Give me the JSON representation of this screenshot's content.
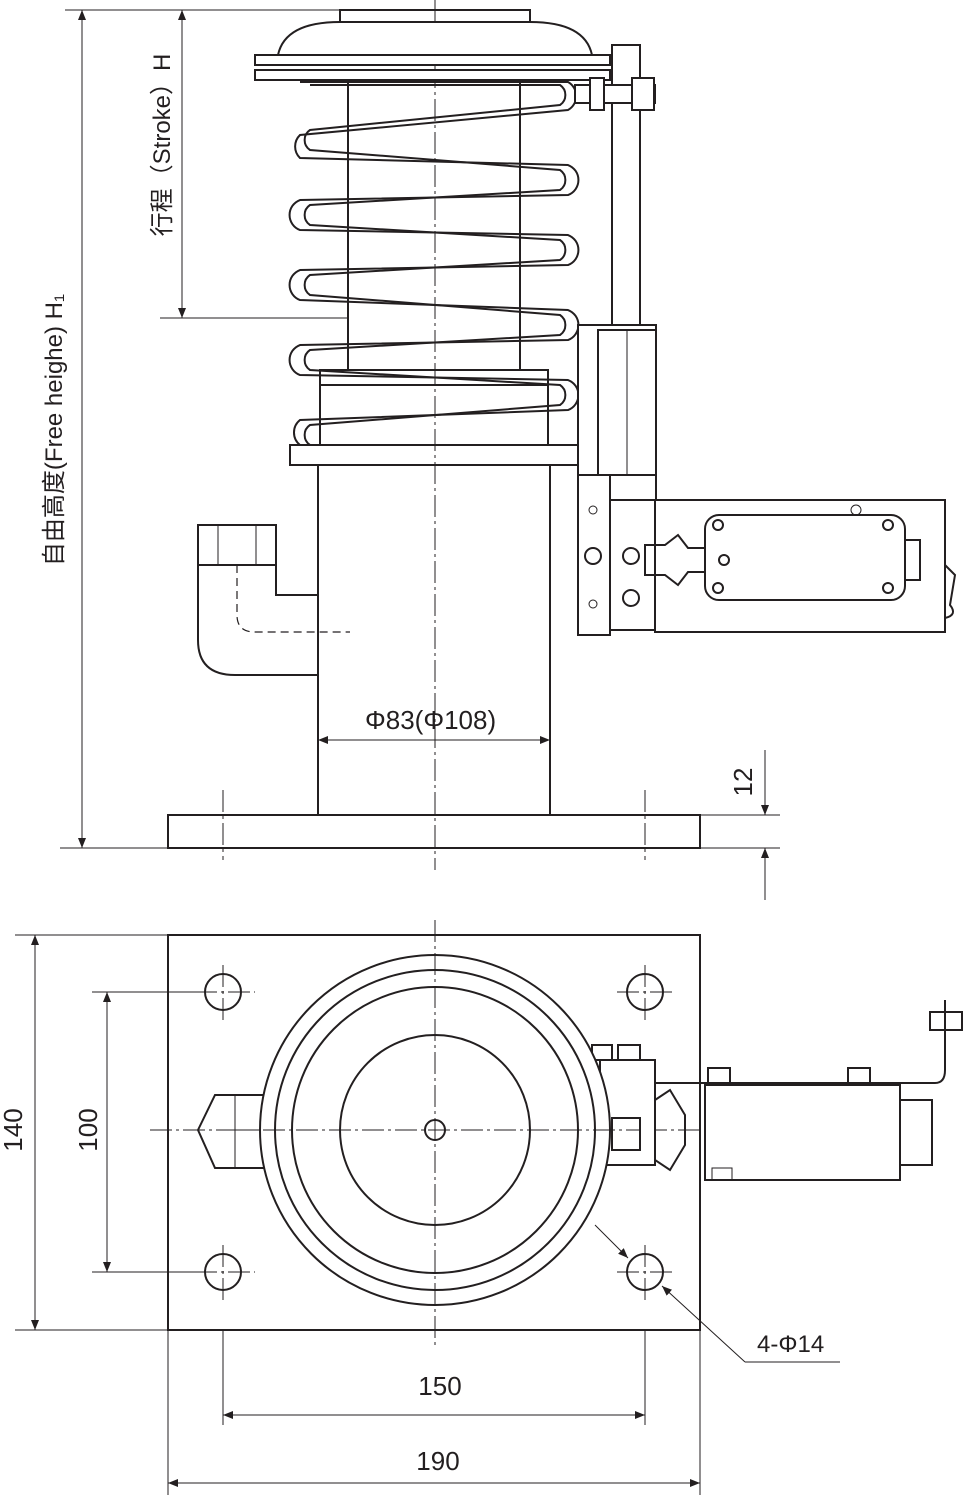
{
  "labels": {
    "free_height": "自由高度(Free heighe) H₁",
    "stroke": "行程（Stroke）H",
    "diameter": "Φ83(Φ108)",
    "base_thickness": "12",
    "holes": "4-Φ14",
    "width_140": "140",
    "hole_spacing_100": "100",
    "hole_spacing_150": "150",
    "width_190": "190"
  }
}
